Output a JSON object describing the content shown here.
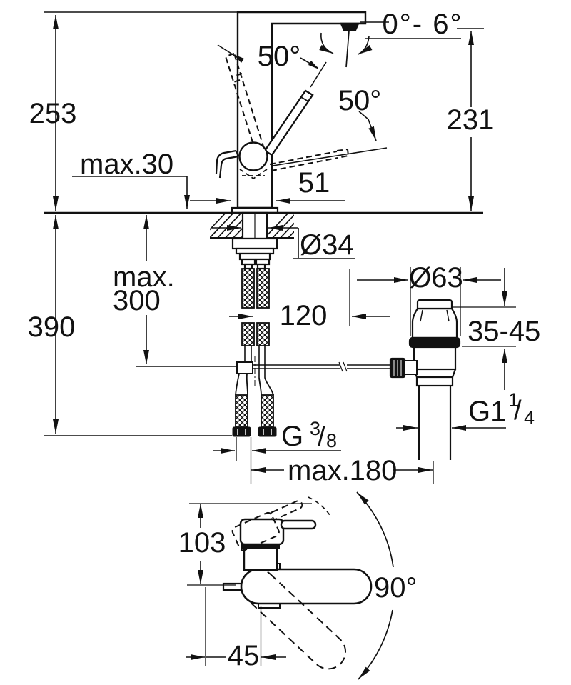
{
  "page": {
    "background": "#ffffff",
    "line_color": "#111111"
  },
  "drawing": {
    "title": "Faucet installation dimension drawing",
    "side_view": {
      "height_overall": "253",
      "spout_outlet_height": "231",
      "mounting_thickness": "max.30",
      "body_width": "51",
      "aerator_angle": "0°- 6°",
      "lever_angle_left": "50°",
      "lever_angle_right": "50°"
    },
    "under_counter": {
      "overall_depth": "390",
      "hole_diameter": "Ø34",
      "hose_length_line1": "max.",
      "hose_length_line2": "300",
      "spout_reach": "120",
      "hose_thread": {
        "base": "G",
        "sup": "3",
        "slash": "/",
        "sub": "8"
      },
      "lever_rod_reach": "max.180"
    },
    "waste": {
      "flange_diameter": "Ø63",
      "counter_range": "35-45",
      "thread": {
        "base": "G1",
        "sup": "1",
        "slash": "/",
        "sub": "4"
      }
    },
    "top_view": {
      "body_depth": "103",
      "spout_offset": "45",
      "swivel_range": "90°"
    }
  }
}
